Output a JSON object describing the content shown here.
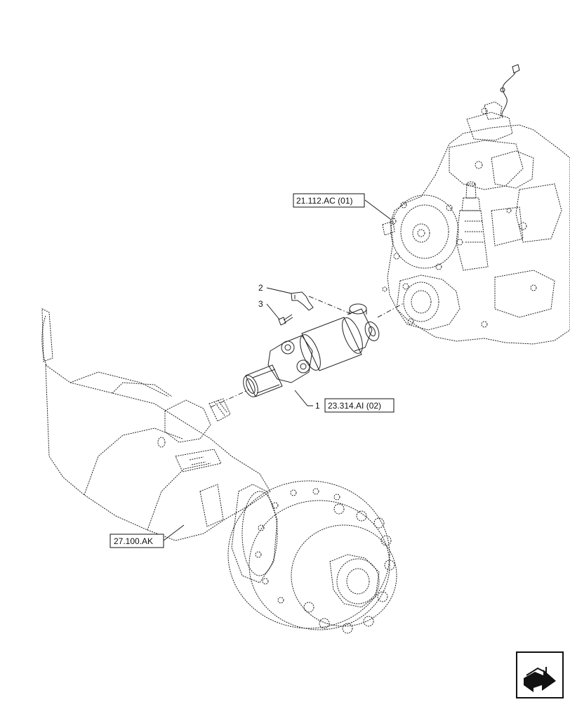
{
  "callouts": [
    {
      "id": "item-2",
      "text": "2"
    },
    {
      "id": "item-3",
      "text": "3"
    },
    {
      "id": "item-1",
      "text": "1"
    }
  ],
  "references": [
    {
      "id": "transmission-ref",
      "text": "21.112.AC (01)"
    },
    {
      "id": "driveshaft-ref",
      "text": "23.314.AI (02)"
    },
    {
      "id": "axle-ref",
      "text": "27.100.AK"
    }
  ],
  "icons": {
    "navigation": "next-page-arrow-icon"
  }
}
